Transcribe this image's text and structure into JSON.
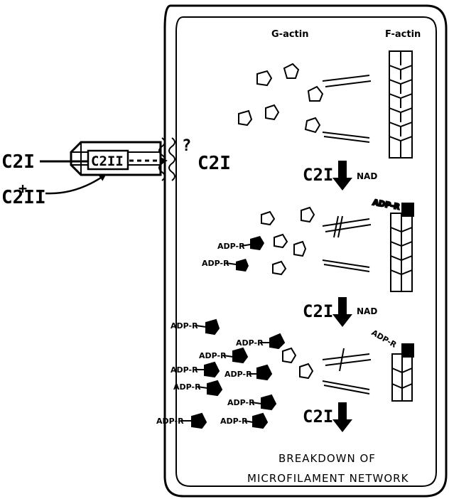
{
  "labels": {
    "g_actin": "G-actin",
    "f_actin": "F-actin",
    "c2i_outside": "C2I",
    "plus": "+",
    "c2ii_outside": "C2II",
    "c2ii_channel": "C2II",
    "question": "?",
    "c2i_inside": "C2I",
    "step1_toxin": "C2I",
    "step1_cofactor": "NAD",
    "step2_toxin": "C2I",
    "step2_cofactor": "NAD",
    "step3_toxin": "C2I",
    "adpr": "ADP-R",
    "outcome_line1": "BREAKDOWN OF",
    "outcome_line2": "MICROFILAMENT NETWORK"
  },
  "colors": {
    "ink": "#000000",
    "paper": "#ffffff"
  }
}
